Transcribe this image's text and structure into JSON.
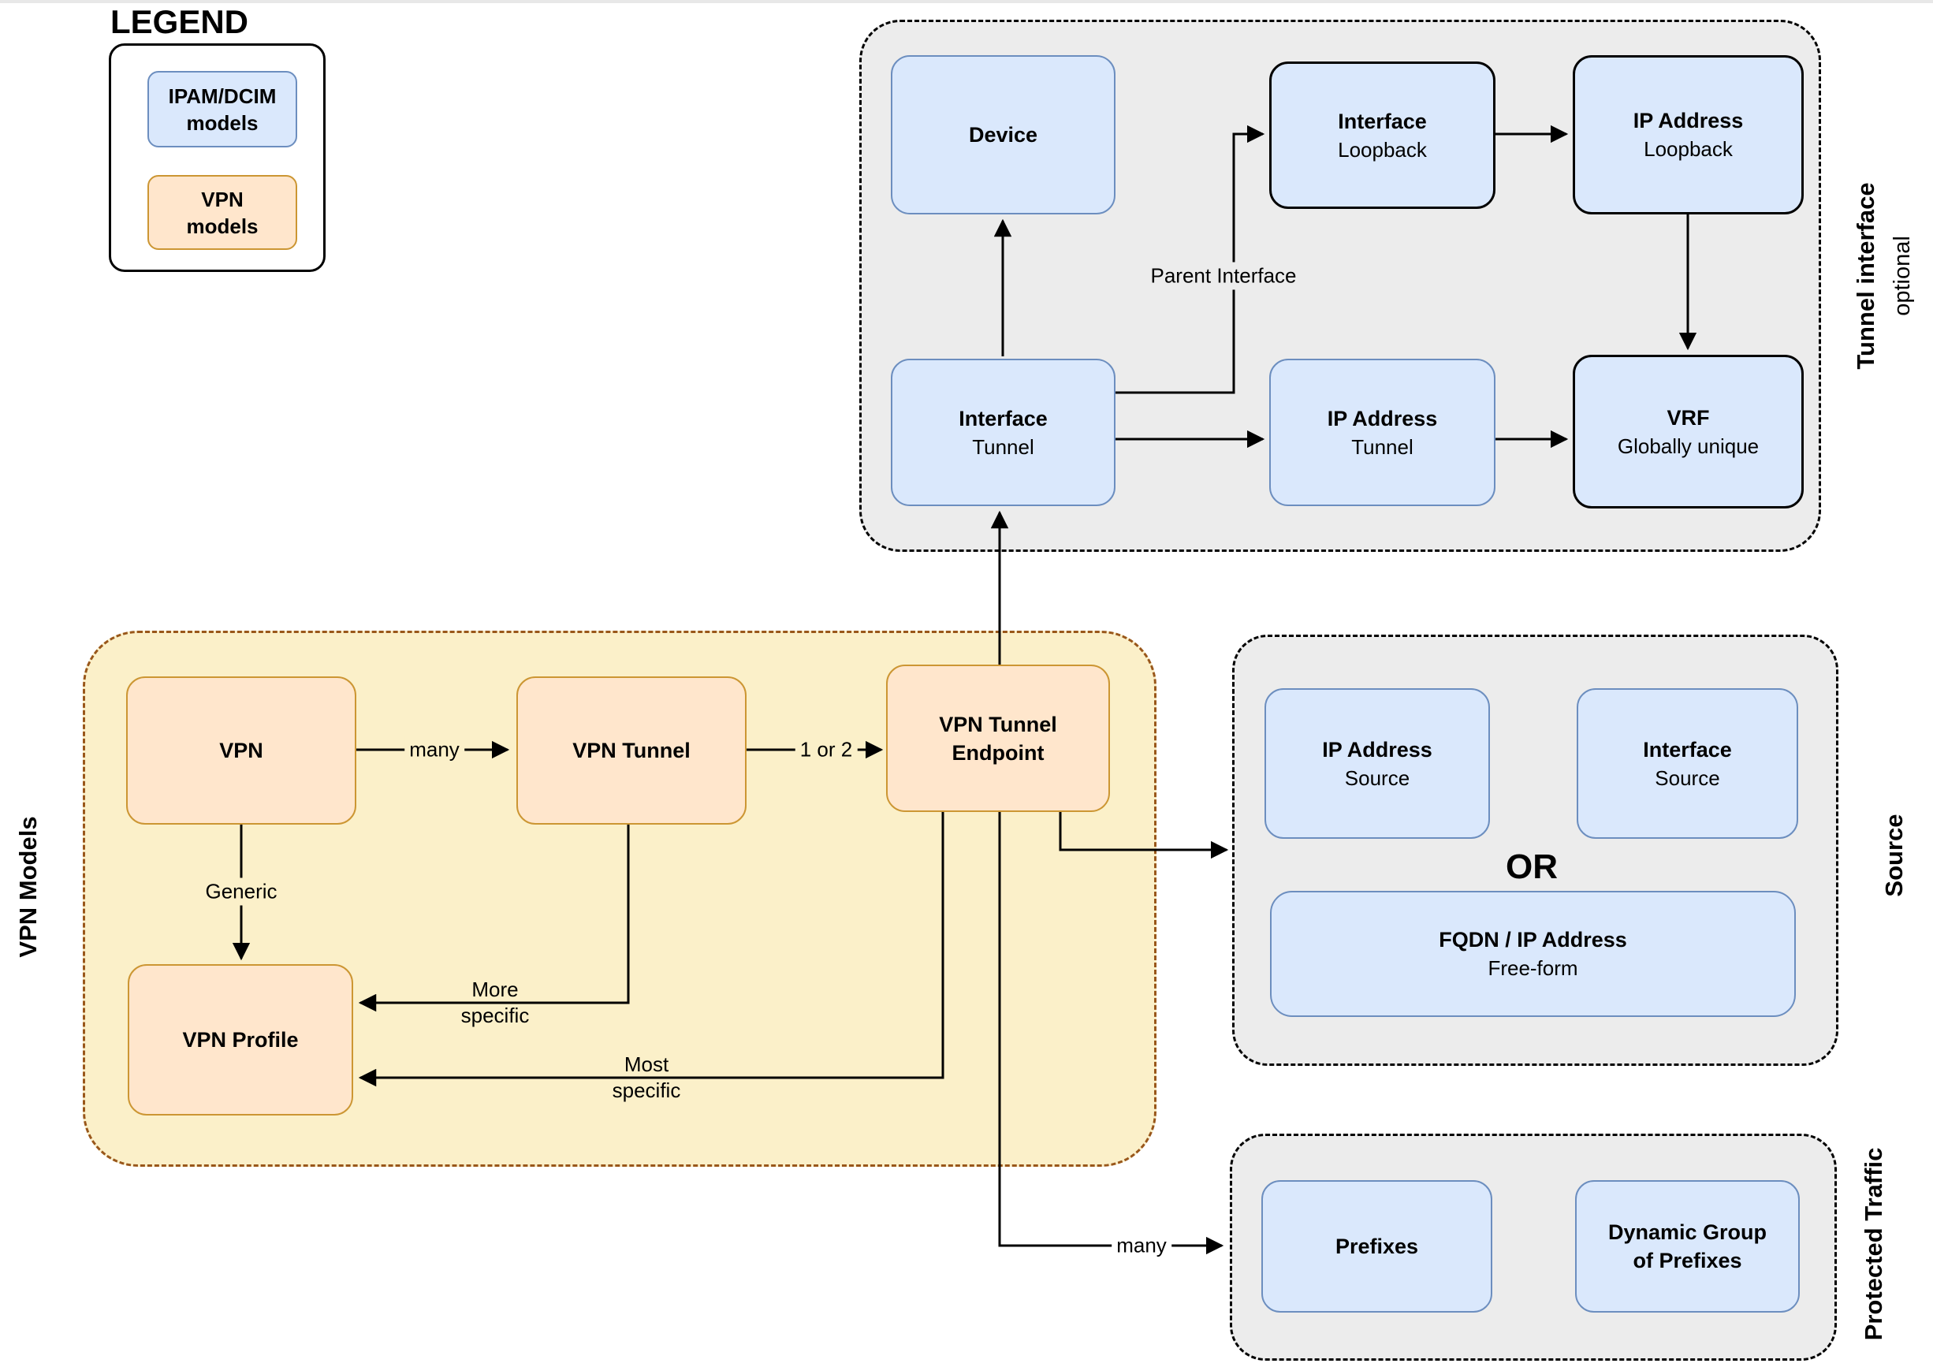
{
  "colors": {
    "blue_fill": "#dae8fc",
    "blue_stroke": "#6c8ebf",
    "orange_fill": "#ffe6cc",
    "orange_stroke": "#cc9633",
    "gray_fill": "#ececec",
    "yellow_fill": "#fbf0c9",
    "brown_stroke": "#99571a"
  },
  "legend": {
    "title": "LEGEND",
    "ipam_item": {
      "line1": "IPAM/DCIM",
      "line2": "models"
    },
    "vpn_item": {
      "line1": "VPN",
      "line2": "models"
    }
  },
  "groups": {
    "tunnel": {
      "label": "Tunnel interface",
      "sublabel": "optional"
    },
    "vpn": {
      "label": "VPN Models"
    },
    "source": {
      "label": "Source",
      "or_text": "OR"
    },
    "protected": {
      "label": "Protected Traffic"
    }
  },
  "nodes": {
    "device": {
      "title": "Device"
    },
    "interface_loopback": {
      "title": "Interface",
      "subtitle": "Loopback"
    },
    "ip_address_loopback": {
      "title": "IP Address",
      "subtitle": "Loopback"
    },
    "interface_tunnel": {
      "title": "Interface",
      "subtitle": "Tunnel"
    },
    "ip_address_tunnel": {
      "title": "IP Address",
      "subtitle": "Tunnel"
    },
    "vrf": {
      "title": "VRF",
      "subtitle": "Globally unique"
    },
    "vpn": {
      "title": "VPN"
    },
    "vpn_tunnel": {
      "title": "VPN Tunnel"
    },
    "vpn_tunnel_endpoint": {
      "title": "VPN Tunnel",
      "title2": "Endpoint"
    },
    "vpn_profile": {
      "title": "VPN Profile"
    },
    "ip_address_source": {
      "title": "IP Address",
      "subtitle": "Source"
    },
    "interface_source": {
      "title": "Interface",
      "subtitle": "Source"
    },
    "fqdn_ip_address": {
      "title": "FQDN / IP Address",
      "subtitle": "Free-form"
    },
    "prefixes": {
      "title": "Prefixes"
    },
    "dynamic_group_of_prefixes": {
      "title": "Dynamic Group",
      "title2": "of Prefixes"
    }
  },
  "edge_labels": {
    "parent_interface": "Parent Interface",
    "many_vpn": "many",
    "one_or_two": "1 or 2",
    "generic": "Generic",
    "more_specific": "More specific",
    "most_specific": "Most specific",
    "many_protected": "many"
  }
}
